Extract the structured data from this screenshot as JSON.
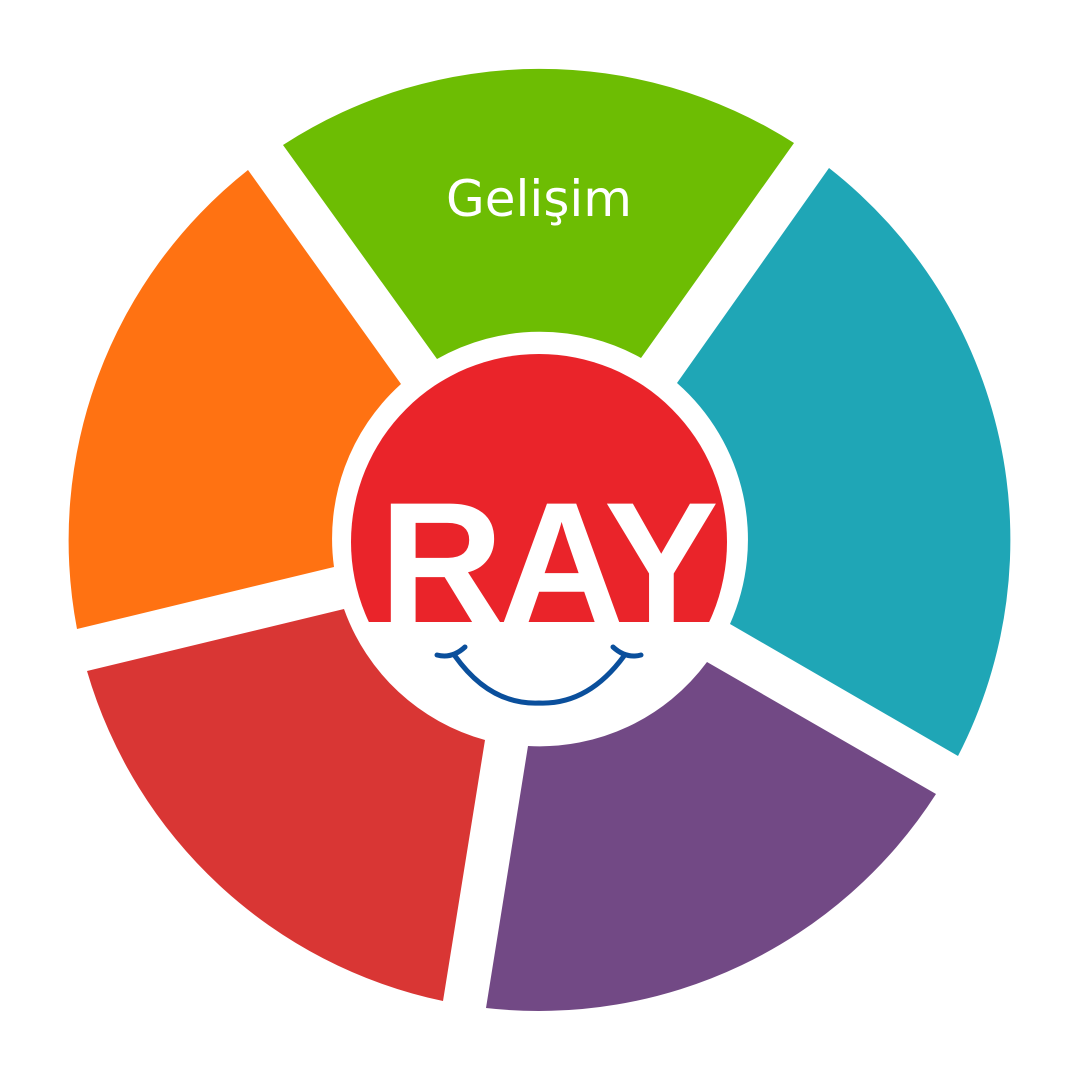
{
  "wheel": {
    "segments": [
      {
        "id": "green",
        "label": "Gelişim",
        "color": "#6dbd03"
      },
      {
        "id": "teal",
        "label": "",
        "color": "#1fa6b6"
      },
      {
        "id": "purple",
        "label": "",
        "color": "#724985"
      },
      {
        "id": "red",
        "label": "",
        "color": "#d93634"
      },
      {
        "id": "orange",
        "label": "",
        "color": "#ff7212"
      }
    ]
  },
  "logo": {
    "text": "RAY",
    "circle_color": "#ea242a",
    "smile_color": "#0a4f9c"
  }
}
